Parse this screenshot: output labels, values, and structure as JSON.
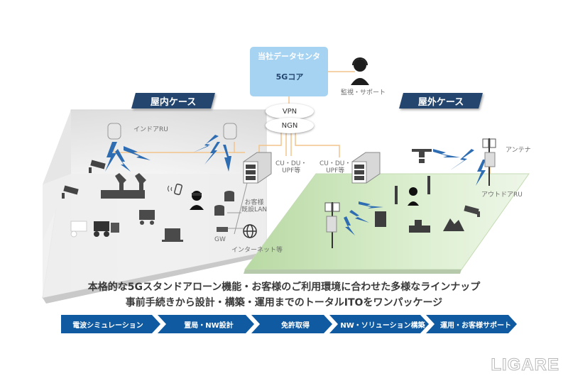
{
  "datacenter": {
    "title": "当社データセンタ",
    "core_label": "5Gコア"
  },
  "support": {
    "label": "監視・サポート"
  },
  "network": {
    "vpn": "VPN",
    "ngn": "NGN"
  },
  "indoor": {
    "banner": "屋内ケース",
    "ru_label": "インドアRU",
    "cu_label_line1": "CU・DU・",
    "cu_label_line2": "UPF等",
    "lan_label_line1": "お客様",
    "lan_label_line2": "既設LAN",
    "gw_label": "GW",
    "internet_label": "インターネット等"
  },
  "outdoor": {
    "banner": "屋外ケース",
    "cu_label_line1": "CU・DU・",
    "cu_label_line2": "UPF等",
    "antenna_label": "アンテナ",
    "ru_label": "アウトドアRU"
  },
  "headlines": {
    "line1": "本格的な5Gスタンドアローン機能・お客様のご利用環境に合わせた多様なラインナップ",
    "line2": "事前手続きから設計・構築・運用までのトータルITOをワンパッケージ"
  },
  "steps": [
    {
      "label": "電波シミュレーション"
    },
    {
      "label": "置局・NW設計"
    },
    {
      "label": "免許取得"
    },
    {
      "label": "NW・ソリューション構築"
    },
    {
      "label": "運用・お客様サポート"
    }
  ],
  "colors": {
    "navy": "#24466e",
    "step_blue": "#0f5aa0",
    "dc_blue": "#a6d3f2",
    "lightning": "#2f6db3",
    "orange_line": "#f3c48c",
    "field_green": "#cfe6bd"
  },
  "watermark": "LIGARE"
}
